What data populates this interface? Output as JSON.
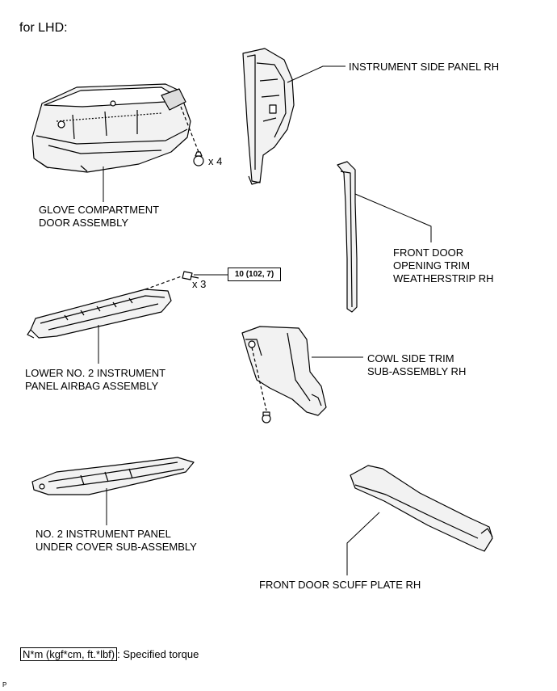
{
  "heading": "for LHD:",
  "labels": {
    "instrument_side_panel": "INSTRUMENT SIDE PANEL RH",
    "glove_line1": "GLOVE COMPARTMENT",
    "glove_line2": "DOOR ASSEMBLY",
    "weatherstrip_line1": "FRONT DOOR",
    "weatherstrip_line2": "OPENING TRIM",
    "weatherstrip_line3": "WEATHERSTRIP RH",
    "airbag_line1": "LOWER NO. 2 INSTRUMENT",
    "airbag_line2": "PANEL AIRBAG ASSEMBLY",
    "cowl_line1": "COWL SIDE TRIM",
    "cowl_line2": "SUB-ASSEMBLY RH",
    "undercover_line1": "NO. 2 INSTRUMENT PANEL",
    "undercover_line2": "UNDER COVER SUB-ASSEMBLY",
    "scuff_plate": "FRONT DOOR SCUFF PLATE RH"
  },
  "quantities": {
    "glove_clips": "x 4",
    "airbag_bolts": "x 3"
  },
  "torque": "10 (102, 7)",
  "legend": {
    "unit": "N*m (kgf*cm, ft.*lbf)",
    "text": ": Specified torque"
  },
  "corner_code": "P"
}
